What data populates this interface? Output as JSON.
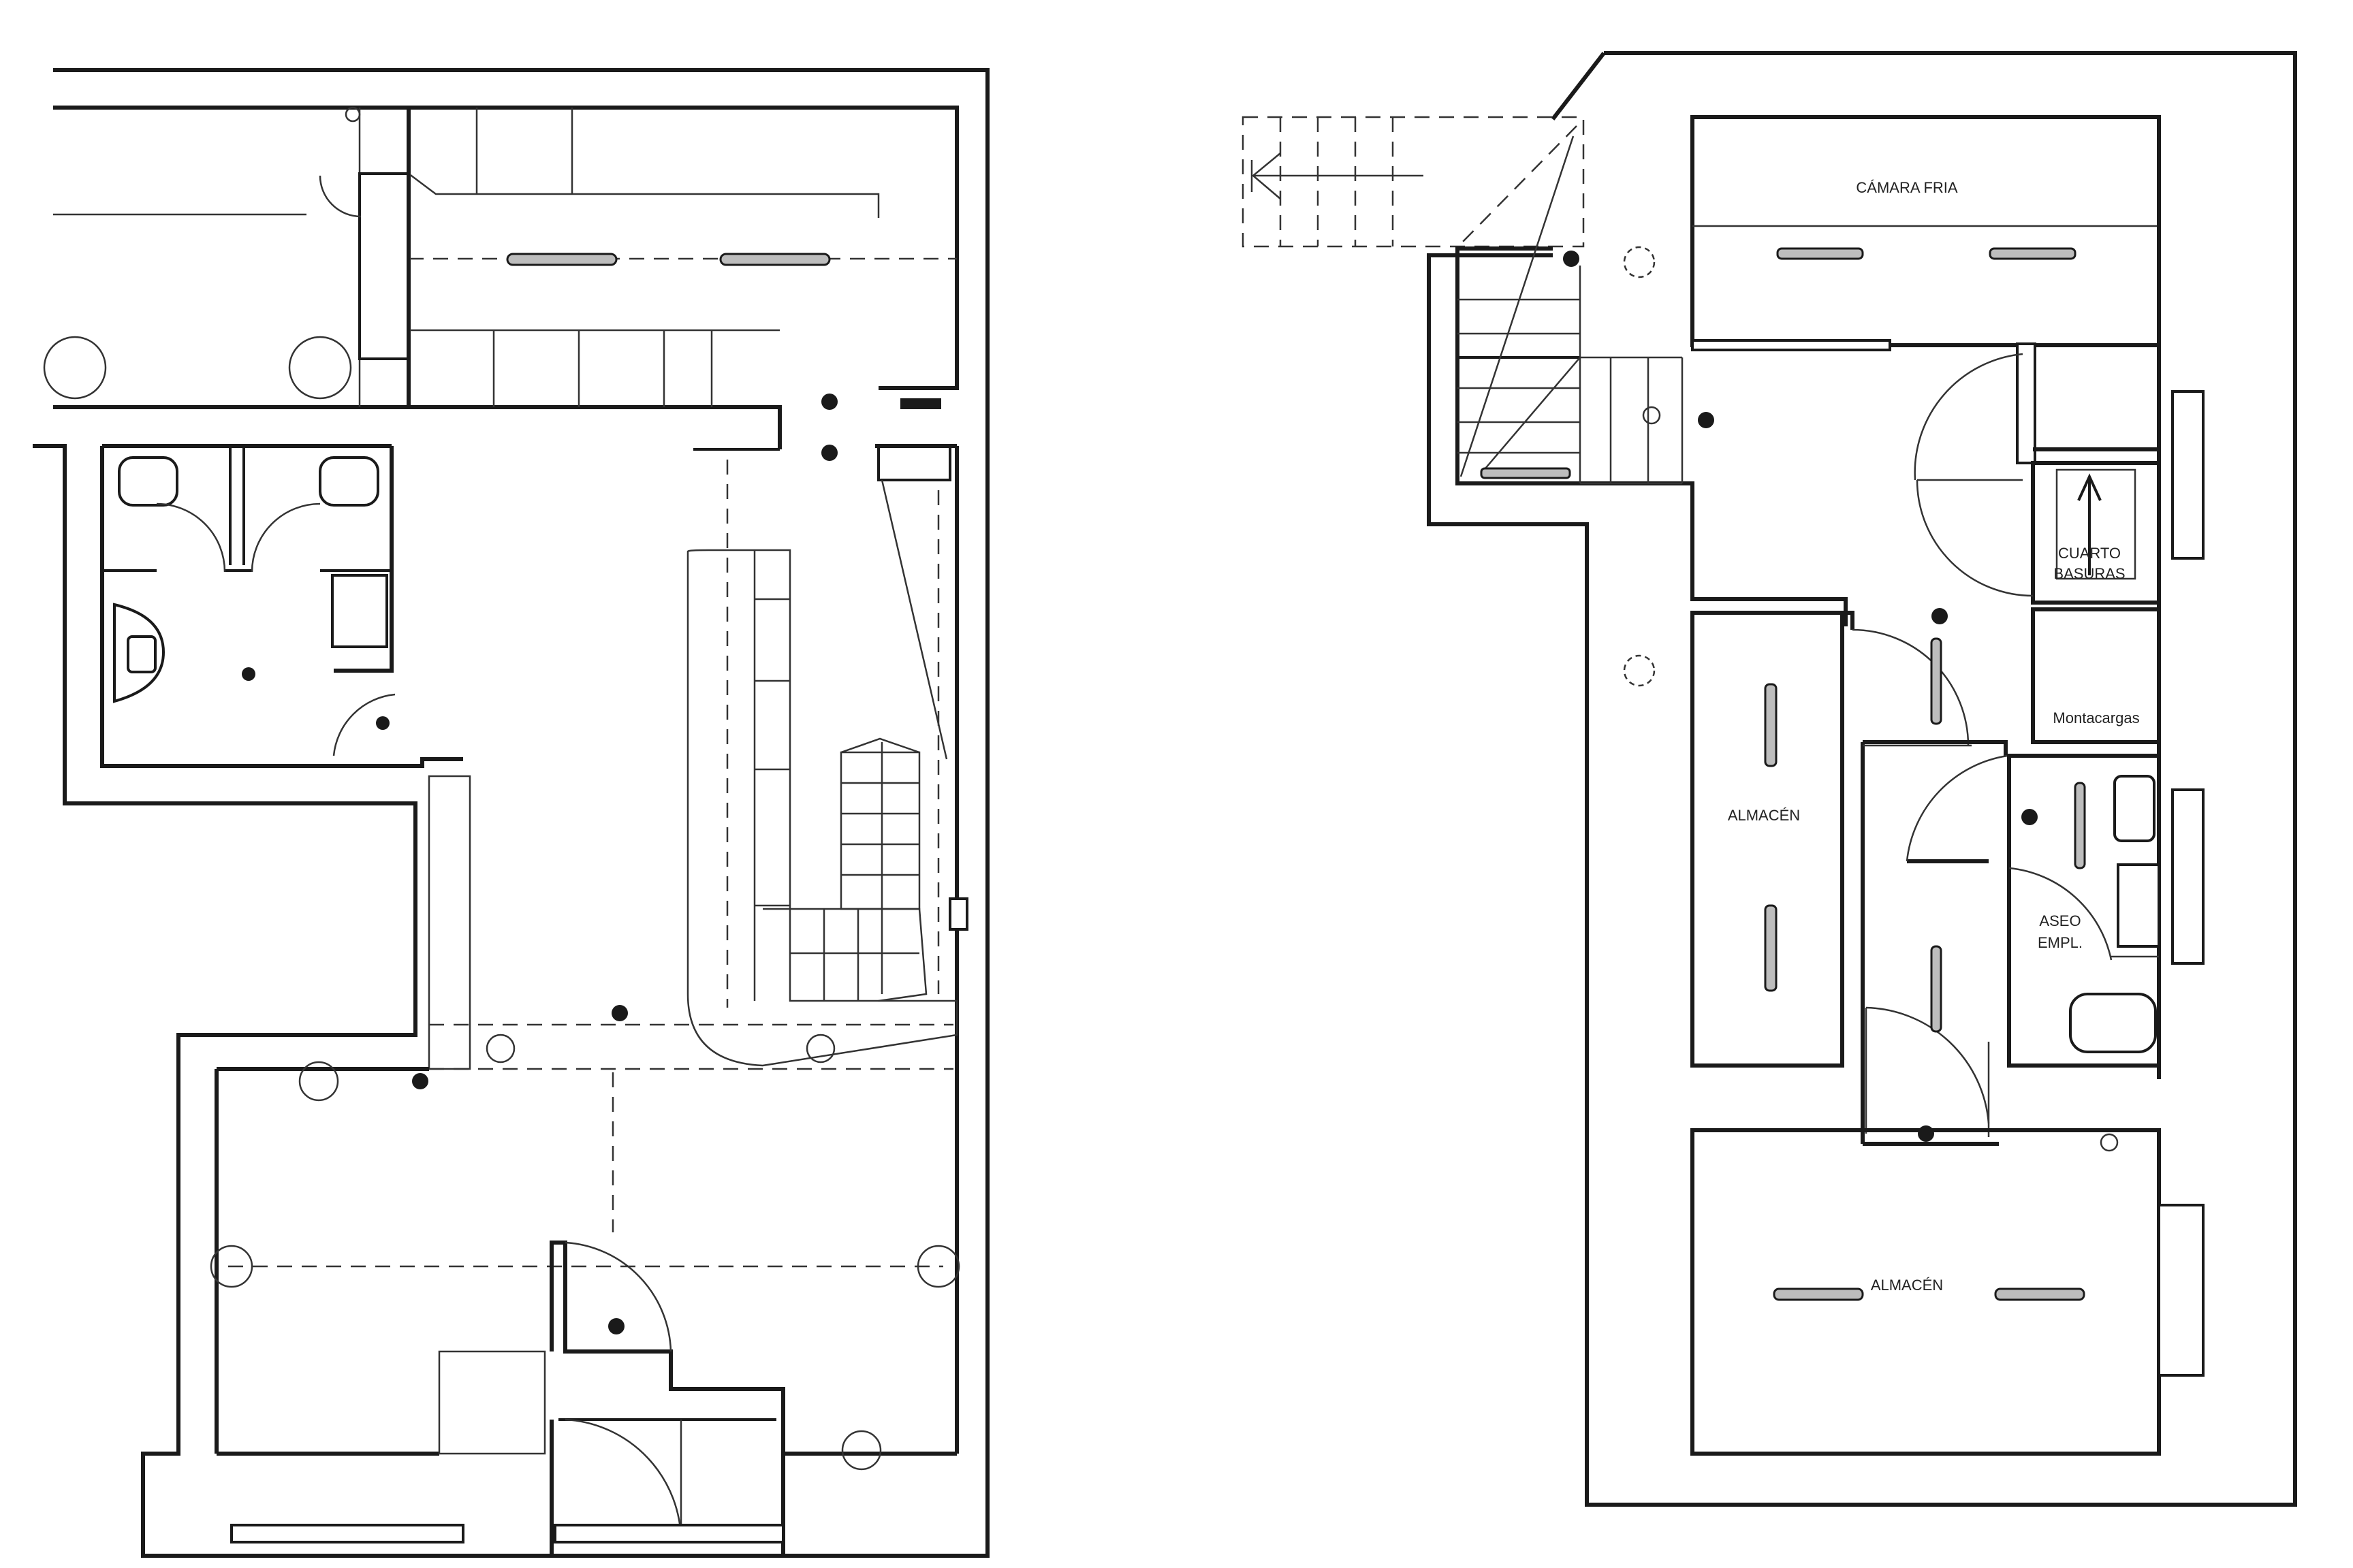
{
  "plan": {
    "rooms": [
      {
        "id": "camara-fria",
        "label": "CÁMARA FRIA"
      },
      {
        "id": "cuarto-basuras",
        "label_line1": "CUARTO",
        "label_line2": "BASURAS"
      },
      {
        "id": "montacargas",
        "label": "Montacargas"
      },
      {
        "id": "almacen-1",
        "label": "ALMACÉN"
      },
      {
        "id": "aseo-empl",
        "label_line1": "ASEO",
        "label_line2": "EMPL."
      },
      {
        "id": "almacen-2",
        "label": "ALMACÉN"
      }
    ]
  }
}
